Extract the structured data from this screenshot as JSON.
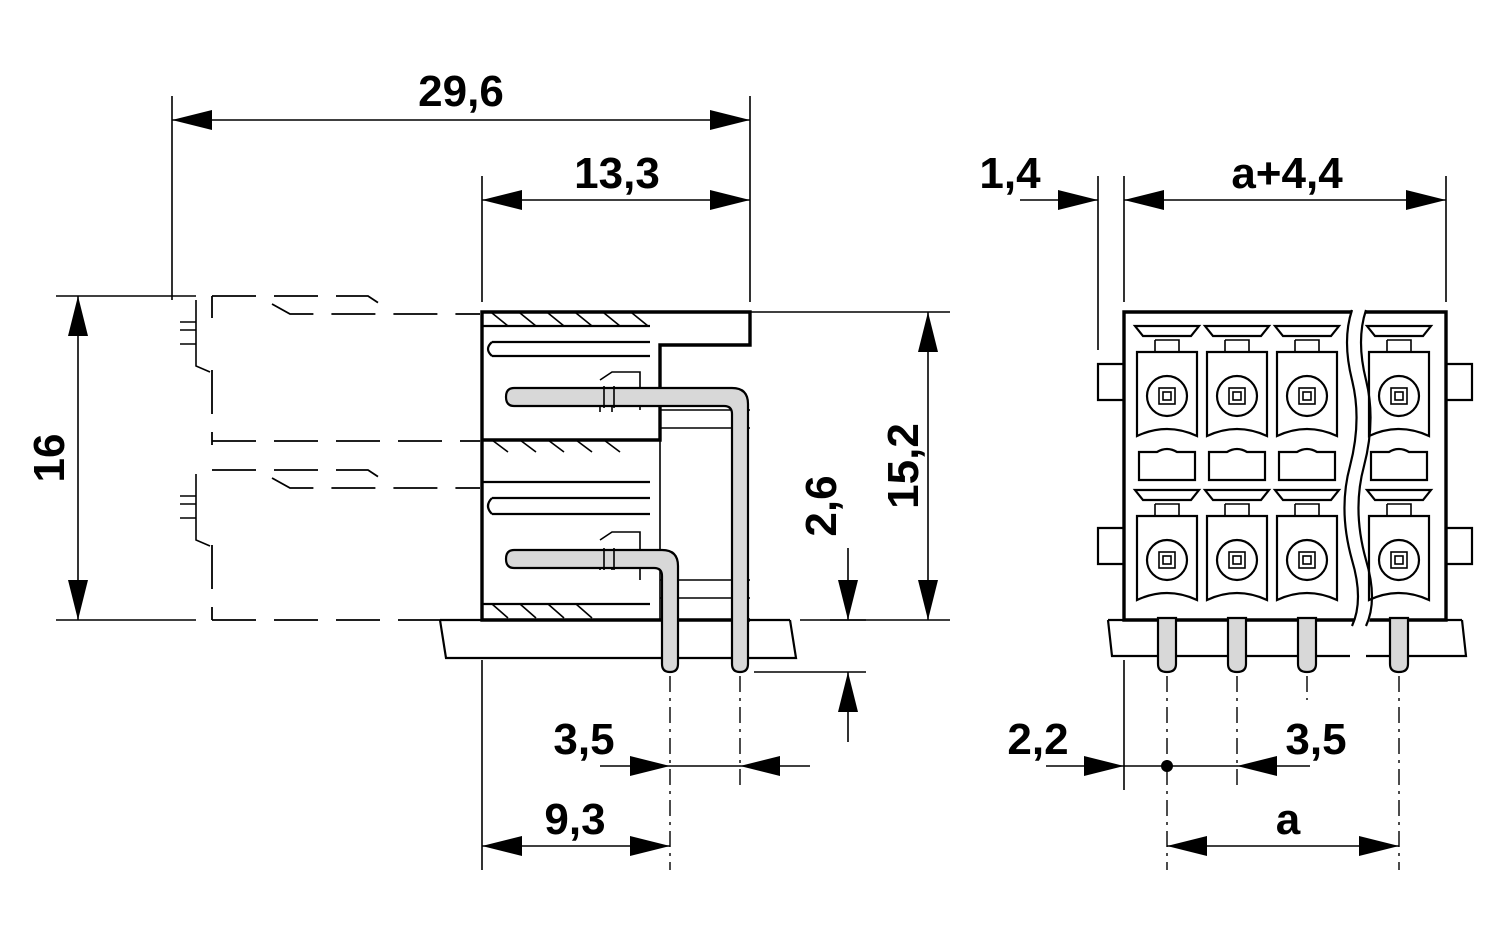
{
  "dimensions": {
    "overall_length": "29,6",
    "body_depth": "13,3",
    "overall_height": "16",
    "body_height": "15,2",
    "pin_length": "2,6",
    "pin_row_pitch": "3,5",
    "pin_offset": "9,3",
    "side_offset": "1,4",
    "total_width": "a+4,4",
    "edge_offset": "2,2",
    "pin_pitch": "3,5",
    "pin_span": "a"
  }
}
